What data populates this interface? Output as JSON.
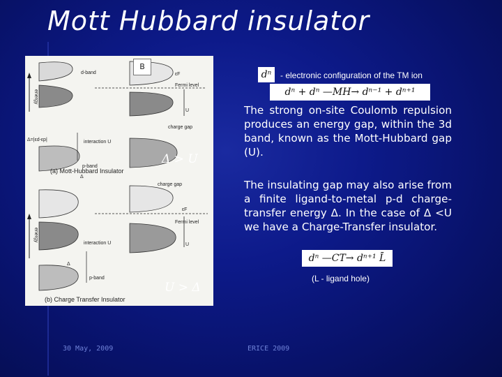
{
  "title": "Mott Hubbard insulator",
  "figure": {
    "b_label": "B",
    "mh": {
      "d_band": "d-band",
      "epsilon_f": "εF",
      "fermi_level": "Fermi level",
      "energy": "energy",
      "delta_eq": "Δ=|εd-εp|",
      "interaction": "interaction  U",
      "u": "U",
      "charge_gap": "charge gap",
      "p_band": "p-band",
      "delta": "Δ",
      "caption": "(a) Mott-Hubbard Insulator"
    },
    "ct": {
      "charge_gap": "charge gap",
      "epsilon_f": "εF",
      "fermi_level": "Fermi level",
      "energy": "energy",
      "interaction": "interaction  U",
      "u": "U",
      "delta": "Δ",
      "p_band": "p-band",
      "caption": "(b) Charge Transfer Insulator"
    }
  },
  "relations": {
    "delta_gt_u": "Δ > U",
    "u_gt_delta": "U > Δ"
  },
  "equations": {
    "dn": "dⁿ",
    "mh_reaction": "dⁿ + dⁿ —MH→ dⁿ⁻¹ + dⁿ⁺¹",
    "ct_reaction": "dⁿ —CT→ dⁿ⁺¹ L̄"
  },
  "texts": {
    "electronic_config": "- electronic configuration of the TM ion",
    "para1": "The strong on-site Coulomb repulsion produces an energy gap, within the 3d band, known as the Mott-Hubbard gap (U).",
    "para2": "The insulating gap may also arise from a finite ligand-to-metal p-d charge-transfer energy Δ. In the case of Δ <U we have a Charge-Transfer insulator.",
    "ligand_hole": "(L - ligand hole)"
  },
  "footer": {
    "date": "30 May, 2009",
    "event": "ERICE 2009"
  }
}
